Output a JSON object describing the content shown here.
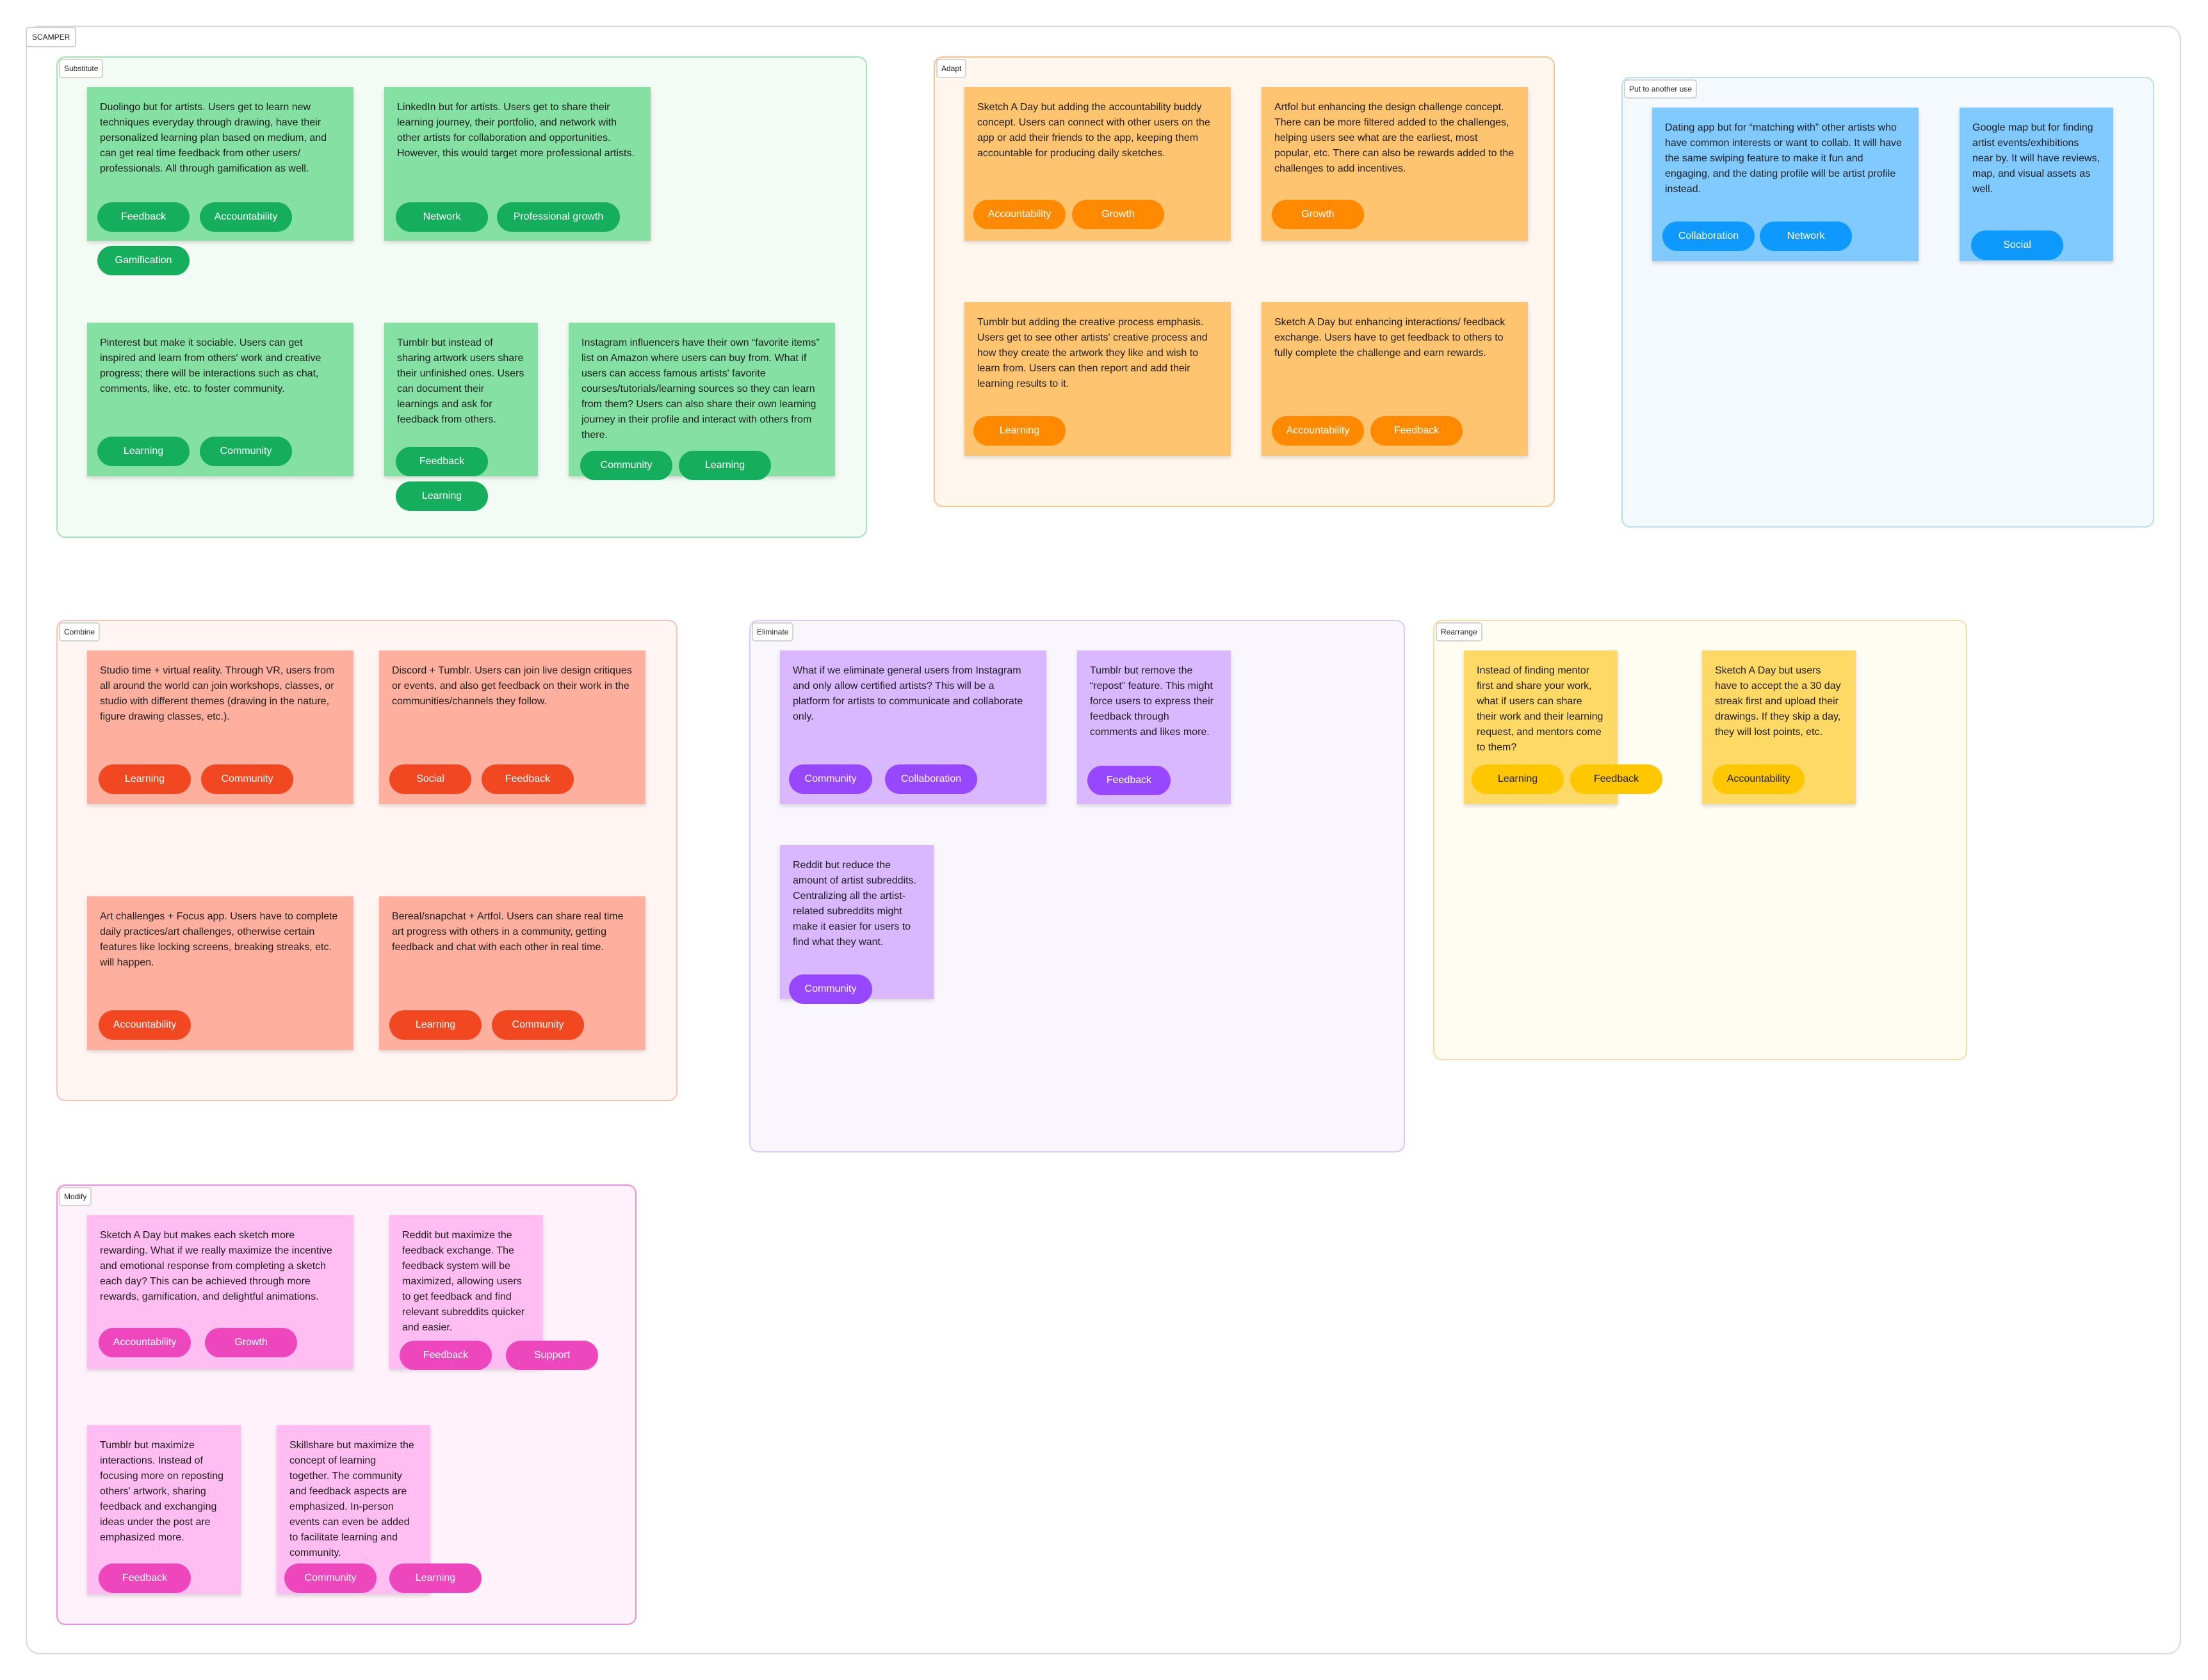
{
  "board": {
    "title": "SCAMPER"
  },
  "colors": {
    "green": {
      "section_bg": "#f3fbf5",
      "section_border": "#a6e2b7",
      "note": "#85e0a3",
      "tag": "#14ae5c"
    },
    "orange": {
      "section_bg": "#fff6ee",
      "section_border": "#f7c48c",
      "note": "#ffc470",
      "tag": "#ff8a00"
    },
    "blue": {
      "section_bg": "#f4f9fe",
      "section_border": "#b9dcf5",
      "note": "#80caff",
      "tag": "#0d99ff"
    },
    "red": {
      "section_bg": "#fff5f3",
      "section_border": "#f7c4b8",
      "note": "#ffaf9e",
      "tag": "#f24822"
    },
    "purple": {
      "section_bg": "#f9f6fe",
      "section_border": "#dcc8f6",
      "note": "#d9b8ff",
      "tag": "#9747ff"
    },
    "yellow": {
      "section_bg": "#fffcf1",
      "section_border": "#f5dba4",
      "note": "#ffd966",
      "tag": "#ffc700"
    },
    "pink": {
      "section_bg": "#fff2fb",
      "section_border": "#f08fd9",
      "note": "#ffbdf2",
      "tag": "#ee46bc"
    }
  },
  "sections": [
    {
      "title": "Substitute",
      "notes": [
        {
          "text": "Duolingo but for artists. Users get to learn new techniques everyday through drawing, have their personalized learning plan based on medium, and can get real time feedback from other users/ professionals. All through gamification as well.",
          "tags": [
            "Feedback",
            "Accountability",
            "Gamification"
          ]
        },
        {
          "text": "LinkedIn but for artists. Users get to share their learning journey, their portfolio, and network with other artists for collaboration and opportunities. However, this would target more professional artists.",
          "tags": [
            "Network",
            "Professional growth"
          ]
        },
        {
          "text": "Pinterest but make it sociable. Users can get inspired and learn from others' work and creative progress; there will be interactions such as chat, comments, like, etc. to foster community.",
          "tags": [
            "Learning",
            "Community"
          ]
        },
        {
          "text": "Tumblr but instead of sharing artwork users share their unfinished ones. Users can document their learnings and ask for feedback from others.",
          "tags": [
            "Feedback",
            "Learning"
          ]
        },
        {
          "text": "Instagram influencers have their own “favorite items” list on Amazon where users can buy from. What if users can access famous artists' favorite courses/tutorials/learning sources so they can learn from them? Users can also share their own learning journey in their profile and interact with others from there.",
          "tags": [
            "Community",
            "Learning"
          ]
        }
      ]
    },
    {
      "title": "Adapt",
      "notes": [
        {
          "text": "Sketch A Day but adding the accountability buddy concept. Users can connect with other users on the app or add their friends to the app, keeping them accountable for producing daily sketches.",
          "tags": [
            "Accountability",
            "Growth"
          ]
        },
        {
          "text": "Artfol but enhancing the design challenge concept. There can be more filtered added to the challenges, helping users see what are the earliest, most popular, etc. There can also be rewards added to the challenges to add incentives.",
          "tags": [
            "Growth"
          ]
        },
        {
          "text": "Tumblr but adding the creative process emphasis. Users get to see other artists' creative process and how they create the artwork they like and wish to learn from. Users can then report and add their learning results to it.",
          "tags": [
            "Learning"
          ]
        },
        {
          "text": "Sketch A Day but enhancing interactions/ feedback exchange. Users have to get feedback to others to fully complete the challenge and earn rewards.",
          "tags": [
            "Accountability",
            "Feedback"
          ]
        }
      ]
    },
    {
      "title": "Put to another use",
      "notes": [
        {
          "text": "Dating app but for “matching with” other artists who have common interests or want to collab. It will have the same swiping feature to make it fun and engaging, and the dating profile will be artist profile instead.",
          "tags": [
            "Collaboration",
            "Network"
          ]
        },
        {
          "text": "Google map but for finding artist events/exhibitions near by. It will have reviews, map, and visual assets as well.",
          "tags": [
            "Social"
          ]
        }
      ]
    },
    {
      "title": "Combine",
      "notes": [
        {
          "text": "Studio time + virtual reality. Through VR, users from all around the world can join workshops, classes, or studio with different themes (drawing in the nature, figure drawing classes, etc.).",
          "tags": [
            "Learning",
            "Community"
          ]
        },
        {
          "text": "Discord + Tumblr. Users can join live design critiques or events, and also get feedback on their work in the communities/channels they follow.",
          "tags": [
            "Social",
            "Feedback"
          ]
        },
        {
          "text": "Art challenges + Focus app. Users have to complete daily practices/art challenges, otherwise certain features like locking screens, breaking streaks, etc. will happen.",
          "tags": [
            "Accountability"
          ]
        },
        {
          "text": "Bereal/snapchat + Artfol. Users can share real time art progress with others in a community, getting feedback and chat with each other in real time.",
          "tags": [
            "Learning",
            "Community"
          ]
        }
      ]
    },
    {
      "title": "Eliminate",
      "notes": [
        {
          "text": "What if we eliminate general users from Instagram and only allow certified artists? This will be a platform for artists to communicate and collaborate only.",
          "tags": [
            "Community",
            "Collaboration"
          ]
        },
        {
          "text": "Tumblr but remove the “repost” feature. This might force users to express their feedback through comments and likes more.",
          "tags": [
            "Feedback"
          ]
        },
        {
          "text": "Reddit but reduce the amount of artist subreddits. Centralizing all the artist-related subreddits might make it easier for users to find what they want.",
          "tags": [
            "Community"
          ]
        }
      ]
    },
    {
      "title": "Rearrange",
      "notes": [
        {
          "text": "Instead of finding mentor first and share your work, what if users can share their work and their learning request, and mentors come to them?",
          "tags": [
            "Learning",
            "Feedback"
          ]
        },
        {
          "text": "Sketch A Day but users have to accept the a 30 day streak first and upload their drawings. If they skip a day, they will lost points, etc.",
          "tags": [
            "Accountability"
          ]
        }
      ]
    },
    {
      "title": "Modify",
      "notes": [
        {
          "text": "Sketch A Day but makes each sketch more rewarding. What if we really maximize the incentive and emotional response from completing a sketch each day? This can be achieved through more rewards, gamification, and delightful animations.",
          "tags": [
            "Accountability",
            "Growth"
          ]
        },
        {
          "text": "Reddit but maximize the feedback exchange. The feedback system will be maximized, allowing users to get feedback and find relevant subreddits quicker and easier.",
          "tags": [
            "Feedback",
            "Support"
          ]
        },
        {
          "text": "Tumblr but maximize interactions. Instead of focusing more on reposting others' artwork, sharing feedback and exchanging ideas under the post are emphasized more.",
          "tags": [
            "Feedback"
          ]
        },
        {
          "text": "Skillshare but maximize the concept of learning together. The community and feedback aspects are emphasized. In-person events can even be added to facilitate learning and community.",
          "tags": [
            "Community",
            "Learning"
          ]
        }
      ]
    }
  ]
}
